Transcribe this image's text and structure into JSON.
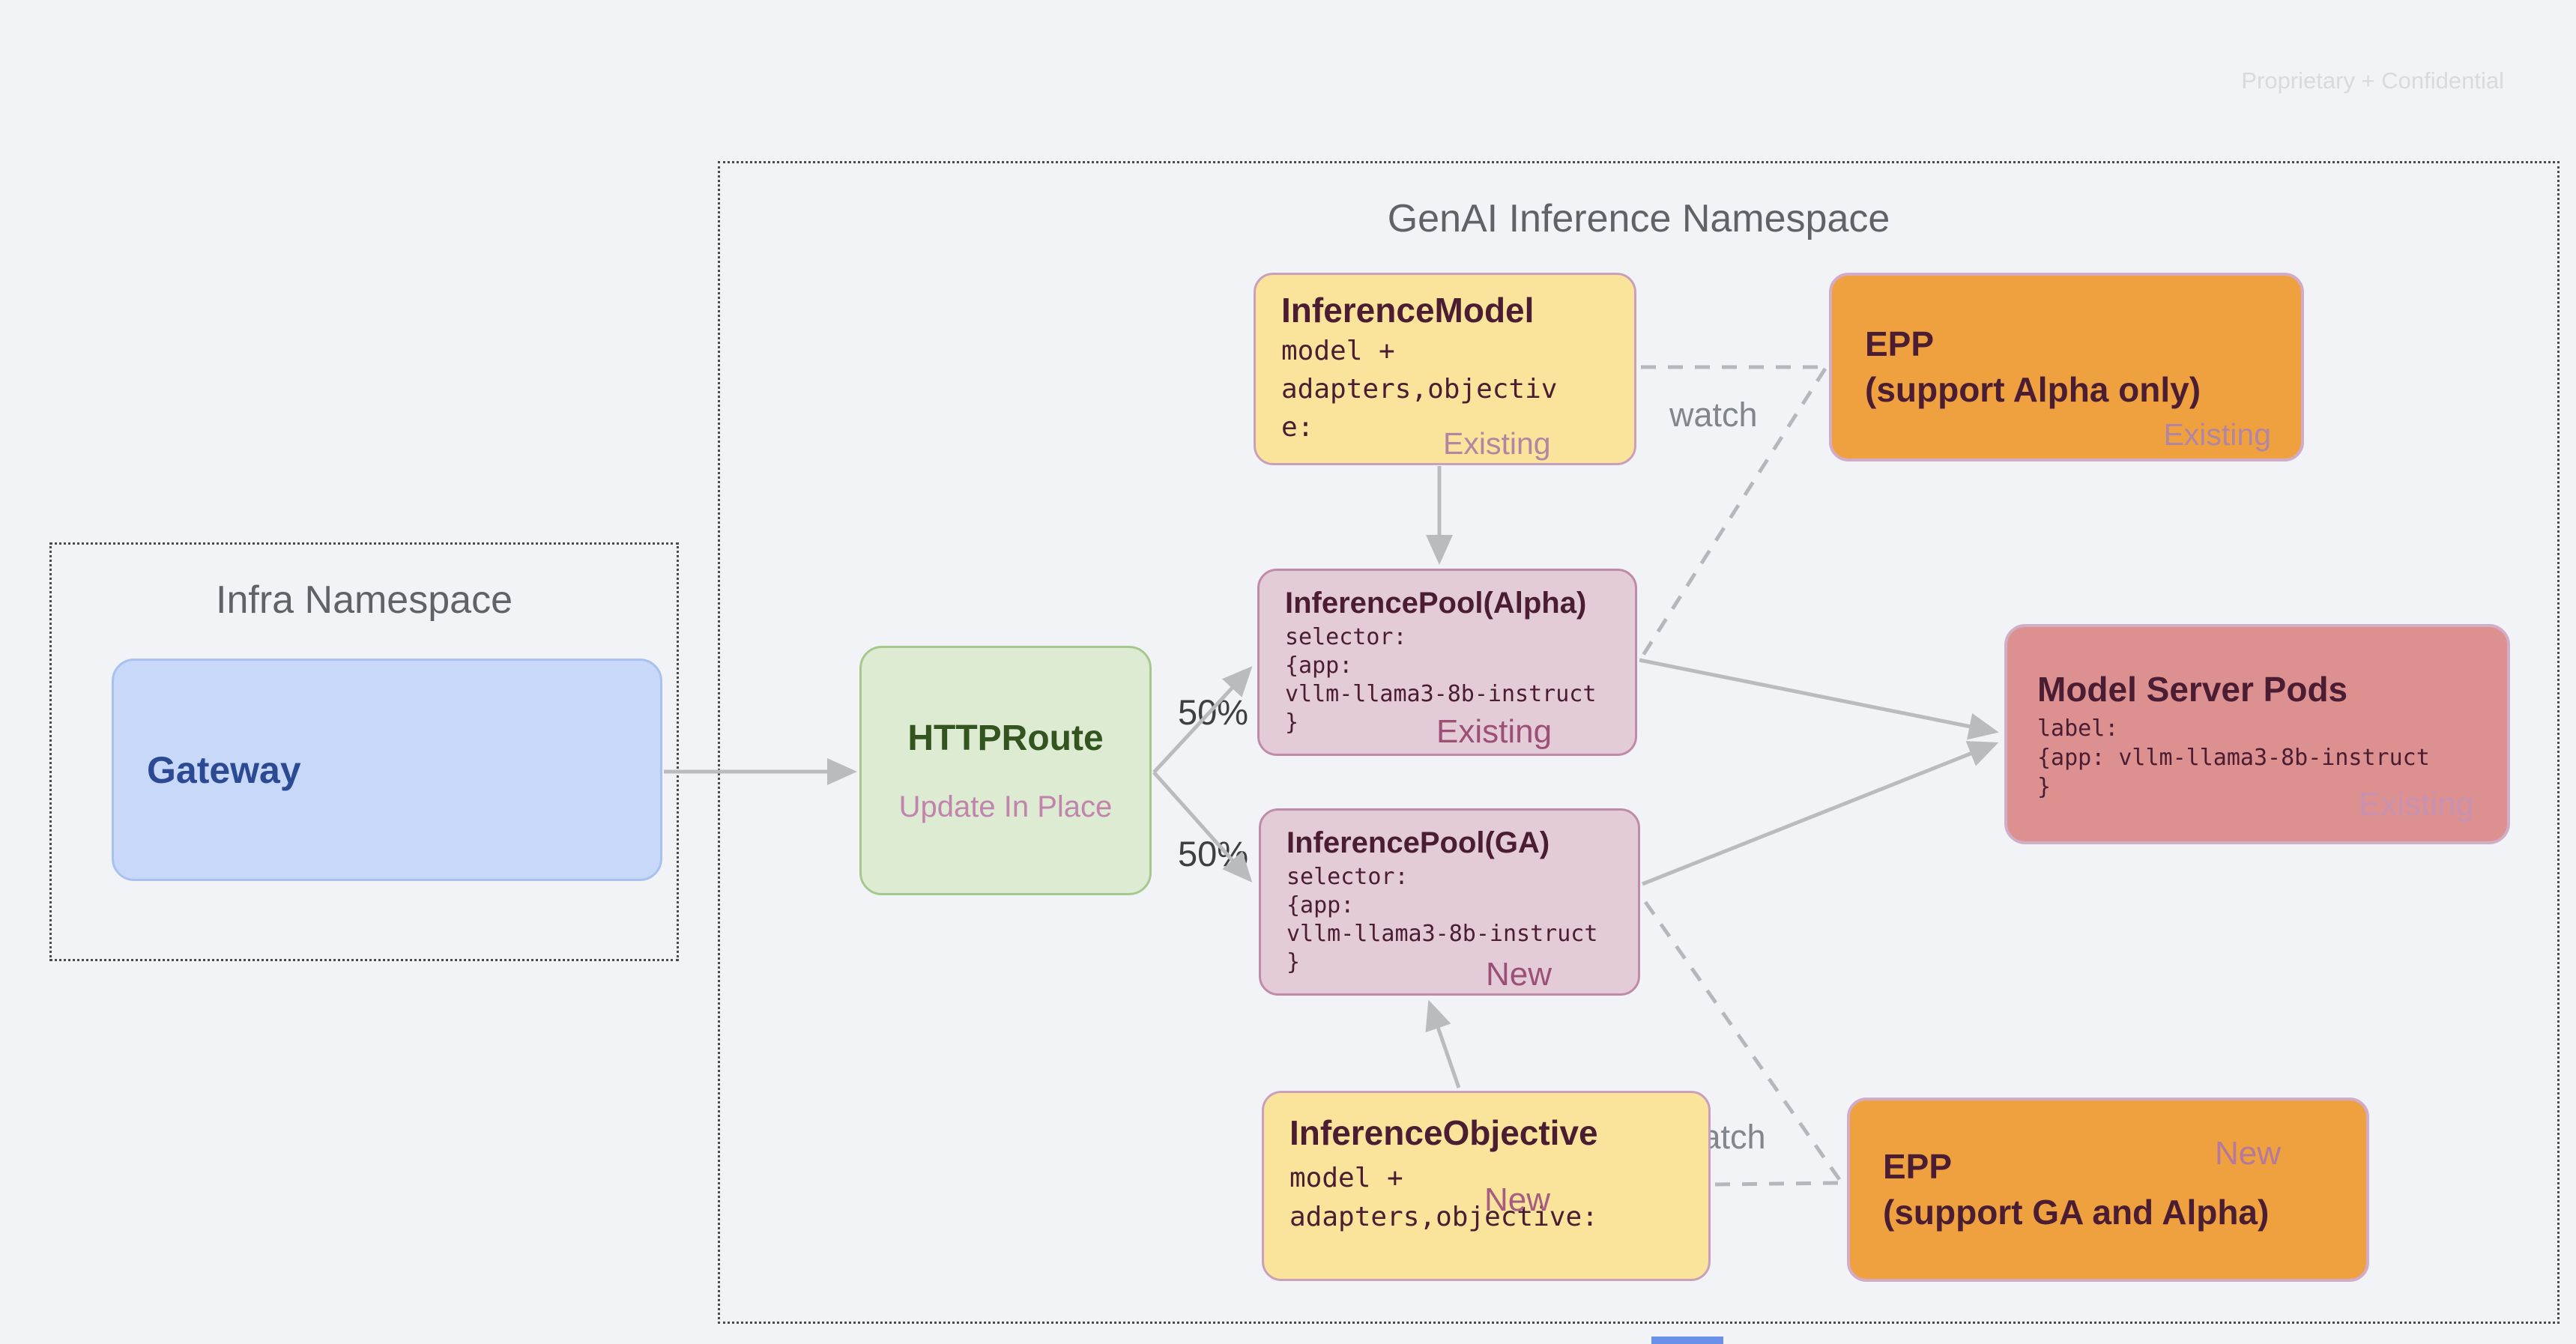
{
  "watermark": "Proprietary + Confidential",
  "namespaces": {
    "infra": {
      "title": "Infra Namespace"
    },
    "genai": {
      "title": "GenAI Inference Namespace"
    }
  },
  "nodes": {
    "gateway": {
      "title": "Gateway"
    },
    "httproute": {
      "title": "HTTPRoute",
      "status": "Update In Place"
    },
    "inference_model": {
      "title": "InferenceModel",
      "code_lines": [
        "model +",
        "adapters,objectiv",
        "e:"
      ],
      "status": "Existing"
    },
    "epp_alpha": {
      "line1": "EPP",
      "line2": "(support Alpha only)",
      "status": "Existing"
    },
    "pool_alpha": {
      "title": "InferencePool(Alpha)",
      "code_lines": [
        "selector:",
        "{app:",
        "vllm-llama3-8b-instruct",
        "}"
      ],
      "status": "Existing"
    },
    "pool_ga": {
      "title": "InferencePool(GA)",
      "code_lines": [
        "selector:",
        "{app:",
        "vllm-llama3-8b-instruct",
        "}"
      ],
      "status": "New"
    },
    "model_server_pods": {
      "title": "Model Server Pods",
      "code_lines": [
        "label:",
        "{app: vllm-llama3-8b-instruct",
        "}"
      ],
      "status": "Existing"
    },
    "inference_objective": {
      "title": "InferenceObjective",
      "code_lines": [
        "model +",
        "adapters,objective:"
      ],
      "status": "New"
    },
    "epp_ga": {
      "line1": "EPP",
      "line2": "(support GA and Alpha)",
      "status": "New"
    }
  },
  "labels": {
    "split_top": "50%",
    "split_bottom": "50%",
    "watch_top": "watch",
    "watch_bottom": "watch"
  },
  "colors": {
    "background": "#f2f3f7",
    "arrow_gray": "#b9bcbe",
    "dashed_gray": "#b4b8bc",
    "yellow_fill": "#fae39b",
    "pool_fill": "#e3ccd7",
    "orange_fill": "#efa13f",
    "salmon_fill": "#dd9090",
    "green_fill": "#dcebd1",
    "blue_fill": "#c7d8f8",
    "maroon_text": "#4a1d33",
    "status_light": "#b285a3",
    "status_dark": "#9c5076",
    "namespace_title": "#5f6368",
    "bottom_bar_blue": "#6991e8"
  }
}
